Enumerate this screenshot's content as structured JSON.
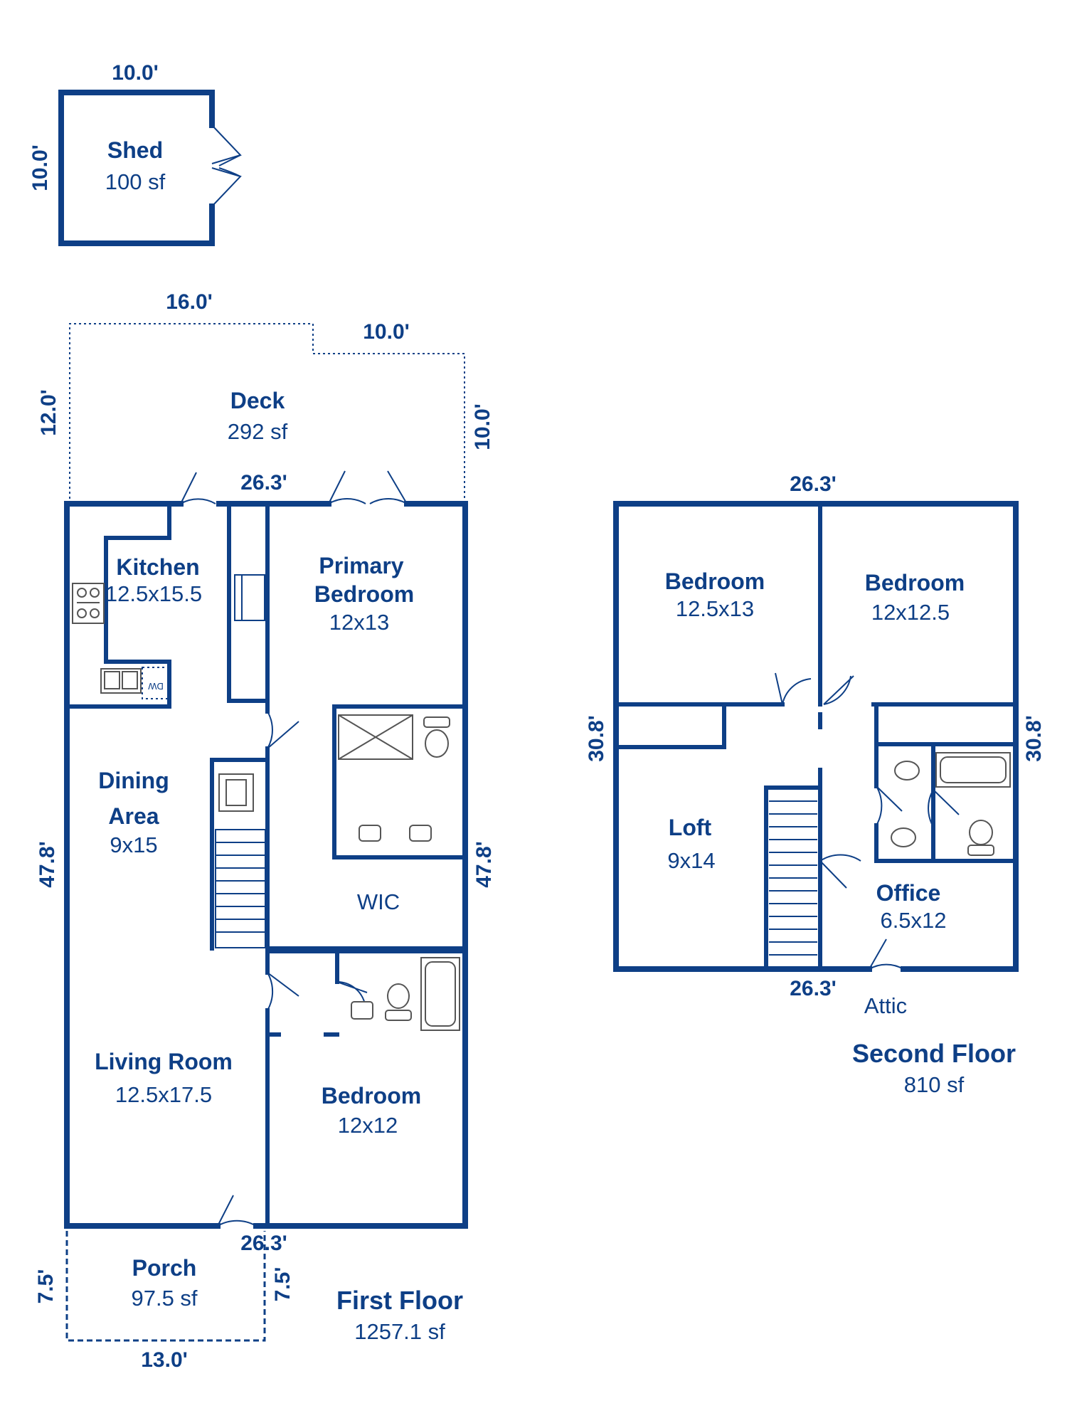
{
  "colors": {
    "ink": "#0e3f86",
    "background": "#ffffff"
  },
  "shed": {
    "name": "Shed",
    "area": "100 sf",
    "width": "10.0'",
    "depth": "10.0'"
  },
  "deck": {
    "name": "Deck",
    "area": "292 sf",
    "width_left": "16.0'",
    "width_right": "10.0'",
    "depth_left": "12.0'",
    "depth_right": "10.0'"
  },
  "first_floor": {
    "title": "First Floor",
    "area": "1257.1 sf",
    "width_top": "26.3'",
    "width_bottom": "26.3'",
    "depth_left": "47.8'",
    "depth_right": "47.8'",
    "rooms": {
      "kitchen": {
        "name": "Kitchen",
        "size": "12.5x15.5"
      },
      "primary_bedroom": {
        "name_line1": "Primary",
        "name_line2": "Bedroom",
        "size": "12x13"
      },
      "dining": {
        "name_line1": "Dining",
        "name_line2": "Area",
        "size": "9x15"
      },
      "wic": {
        "name": "WIC"
      },
      "living_room": {
        "name": "Living Room",
        "size": "12.5x17.5"
      },
      "bedroom": {
        "name": "Bedroom",
        "size": "12x12"
      }
    },
    "dishwasher_label": "DW"
  },
  "porch": {
    "name": "Porch",
    "area": "97.5 sf",
    "width": "13.0'",
    "depth_left": "7.5'",
    "depth_right": "7.5'"
  },
  "second_floor": {
    "title": "Second Floor",
    "area": "810 sf",
    "width_top": "26.3'",
    "width_bottom": "26.3'",
    "depth_left": "30.8'",
    "depth_right": "30.8'",
    "rooms": {
      "bedroom_left": {
        "name": "Bedroom",
        "size": "12.5x13"
      },
      "bedroom_right": {
        "name": "Bedroom",
        "size": "12x12.5"
      },
      "loft": {
        "name": "Loft",
        "size": "9x14"
      },
      "office": {
        "name": "Office",
        "size": "6.5x12"
      },
      "attic": {
        "name": "Attic"
      }
    }
  }
}
